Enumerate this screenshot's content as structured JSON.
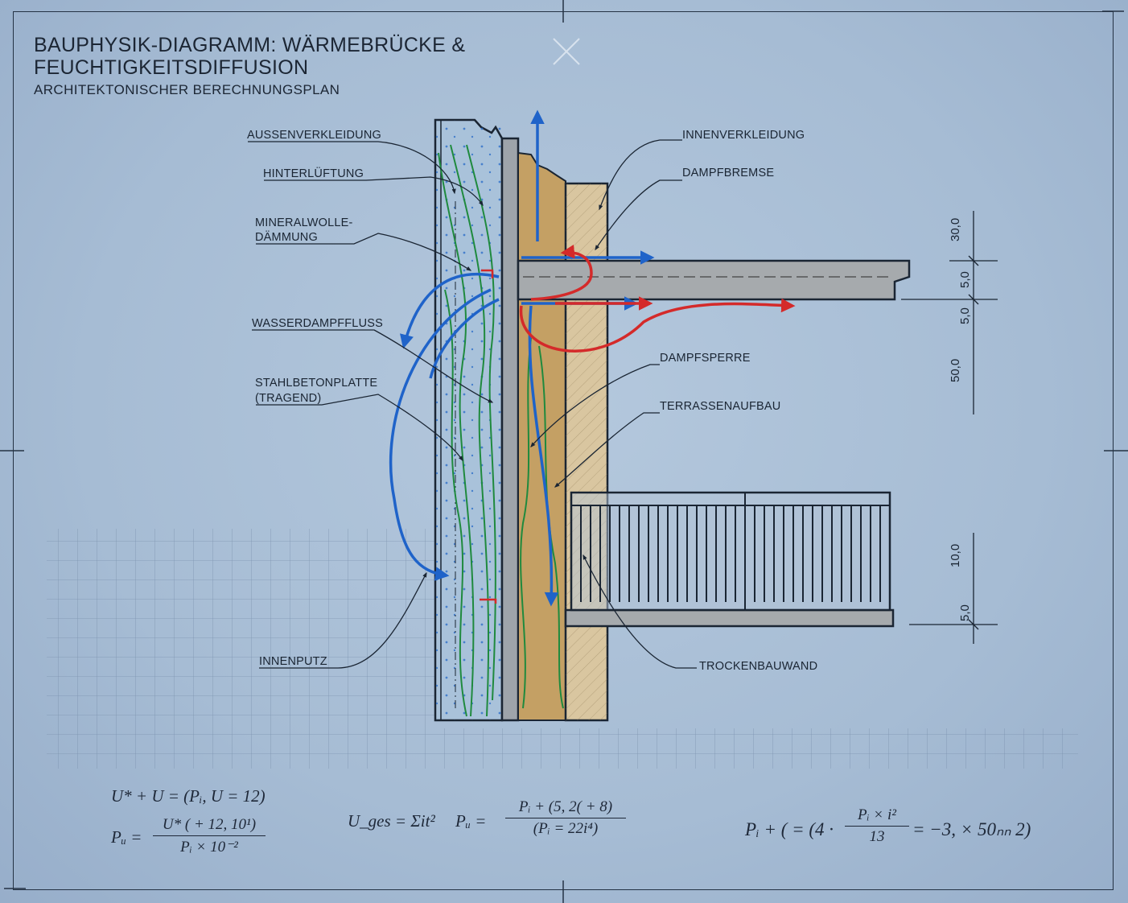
{
  "title": {
    "line1": "BAUPHYSIK-DIAGRAMM:  WÄRMEBRÜCKE &",
    "line2": "FEUCHTIGKEITSDIFFUSION",
    "subtitle": "ARCHITEKTONISCHER BERECHNUNGSPLAN"
  },
  "labels_left": {
    "aussenverkleidung": "AUSSENVERKLEIDUNG",
    "hinterlueftung": "HINTERLÜFTUNG",
    "mineralwolle_1": "MINERALWOLLE-",
    "mineralwolle_2": "DÄMMUNG",
    "wasserdampffluss": "WASSERDAMPFFLUSS",
    "stahlbeton_1": "STAHLBETONPLATTE",
    "stahlbeton_2": "(TRAGEND)",
    "innenputz": "INNENPUTZ"
  },
  "labels_right": {
    "innenverkleidung": "INNENVERKLEIDUNG",
    "dampfbremse": "DAMPFBREMSE",
    "dampfsperre": "DAMPFSPERRE",
    "terrassenaufbau": "TERRASSENAUFBAU",
    "trockenbauwand": "TROCKENBAUWAND"
  },
  "dimensions": {
    "d1": "30,0",
    "d2": "5,0",
    "d3": "5,0",
    "d4": "50,0",
    "d5": "10,0",
    "d6": "5,0"
  },
  "equations": {
    "eq1": "U* + U = (Pᵢ, U = 12)",
    "eq2_lhs": "Pᵤ =",
    "eq2_num": "U* ( + 12, 10¹)",
    "eq2_den": "Pᵢ × 10⁻²",
    "eq3_a": "U_ges = Σit²",
    "eq3_lhs": "Pᵤ =",
    "eq3_num": "Pᵢ + (5, 2( + 8)",
    "eq3_den": "(Pᵢ = 22i⁴)",
    "eq4_a": "Pᵢ + ( = (4 ·",
    "eq4_num": "Pᵢ × i²",
    "eq4_den": "13",
    "eq4_b": "= −3, × 50ₙₙ 2)"
  },
  "colors": {
    "vapor_flow": "#1f63c9",
    "heat_flow": "#d42a2a",
    "moisture_lines": "#1f8a3e",
    "concrete": "#9ea4aa",
    "insulation": "#c4a064",
    "plaster": "#d9c6a0",
    "cladding": "#a9c2da"
  },
  "icons": [
    "crosshair-mark",
    "hatched-grid"
  ]
}
